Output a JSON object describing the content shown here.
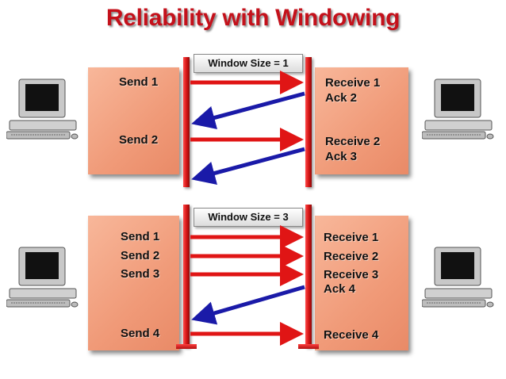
{
  "title": "Reliability with Windowing",
  "colors": {
    "title": "#c4111b",
    "box": "#f0a080",
    "bar": "#d21414",
    "send_arrow": "#e01515",
    "ack_arrow": "#1a1aa8"
  },
  "icons": [
    "computer-icon"
  ],
  "panels": [
    {
      "window_label": "Window Size = 1",
      "sender_labels": [
        "Send 1",
        "Send 2"
      ],
      "receiver_labels": [
        "Receive 1",
        "Ack 2",
        "Receive 2",
        "Ack 3"
      ]
    },
    {
      "window_label": "Window Size = 3",
      "sender_labels": [
        "Send 1",
        "Send 2",
        "Send 3",
        "Send 4"
      ],
      "receiver_labels": [
        "Receive 1",
        "Receive 2",
        "Receive 3",
        "Ack 4",
        "Receive 4"
      ]
    }
  ]
}
